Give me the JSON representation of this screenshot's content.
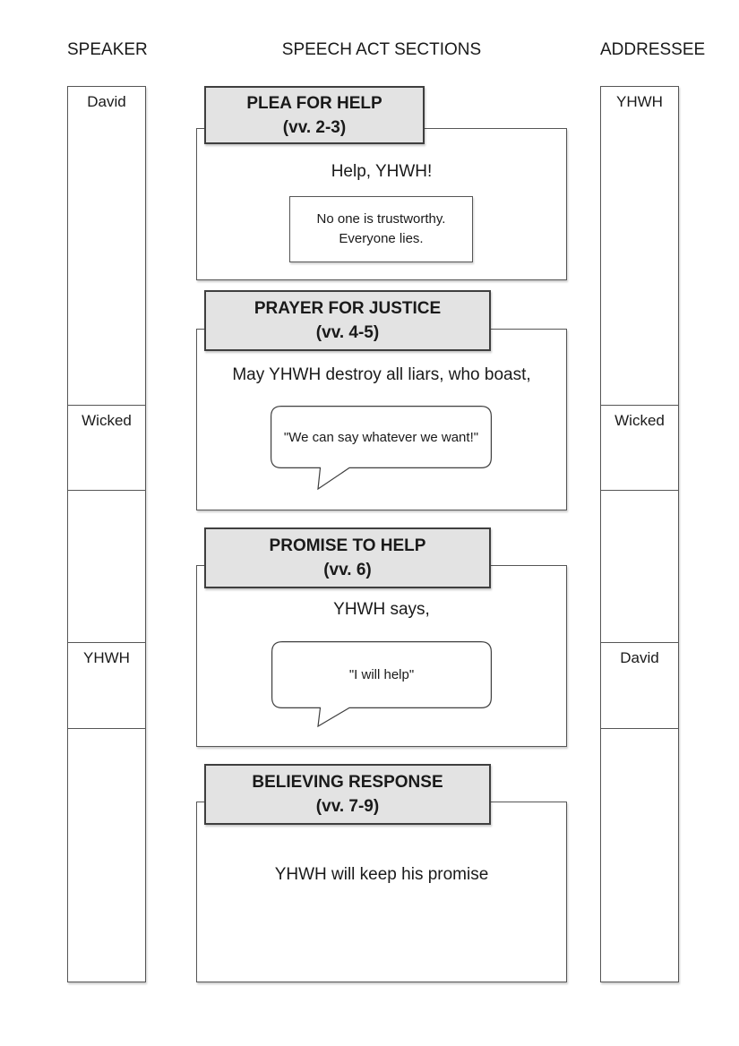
{
  "headers": {
    "speaker": "SPEAKER",
    "sections": "SPEECH ACT SECTIONS",
    "addressee": "ADDRESSEE"
  },
  "speaker_column": {
    "segments": [
      {
        "label": "David"
      },
      {
        "label": "Wicked"
      },
      {
        "label": ""
      },
      {
        "label": "YHWH"
      },
      {
        "label": ""
      }
    ]
  },
  "addressee_column": {
    "segments": [
      {
        "label": "YHWH"
      },
      {
        "label": "Wicked"
      },
      {
        "label": ""
      },
      {
        "label": "David"
      },
      {
        "label": ""
      }
    ]
  },
  "sections": [
    {
      "title": "PLEA FOR HELP",
      "verses": "(vv. 2-3)",
      "body": "Help, YHWH!",
      "note_lines": [
        "No one is trustworthy.",
        "Everyone lies."
      ]
    },
    {
      "title": "PRAYER FOR JUSTICE",
      "verses": "(vv. 4-5)",
      "body": "May YHWH destroy all liars, who boast,",
      "speech": "\"We can say whatever we want!\""
    },
    {
      "title": "PROMISE TO HELP",
      "verses": "(vv. 6)",
      "body": "YHWH says,",
      "speech": "\"I will help\""
    },
    {
      "title": "BELIEVING RESPONSE",
      "verses": "(vv. 7-9)",
      "body": "YHWH will keep his promise"
    }
  ],
  "colors": {
    "background": "#ffffff",
    "section_header_fill": "#e3e3e3",
    "section_header_border": "#3f3f3f",
    "box_border": "#565656",
    "text": "#1a1a1a"
  }
}
